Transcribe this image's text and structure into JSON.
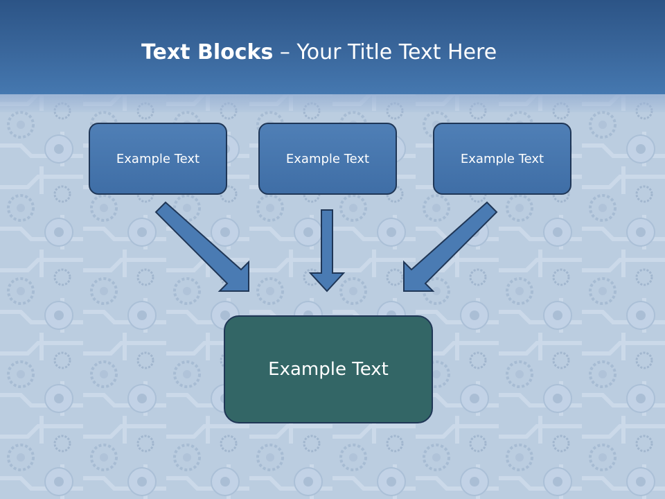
{
  "slide": {
    "title_bold": "Text Blocks",
    "title_dash": " – ",
    "title_rest": "Your Title Text Here"
  },
  "blocks": {
    "top_left": "Example Text",
    "top_center": "Example Text",
    "top_right": "Example Text",
    "bottom": "Example Text"
  },
  "colors": {
    "title_bar": "#3a679c",
    "box_blue": "#4577b0",
    "box_teal": "#336666",
    "arrow": "#4a7bb3"
  }
}
